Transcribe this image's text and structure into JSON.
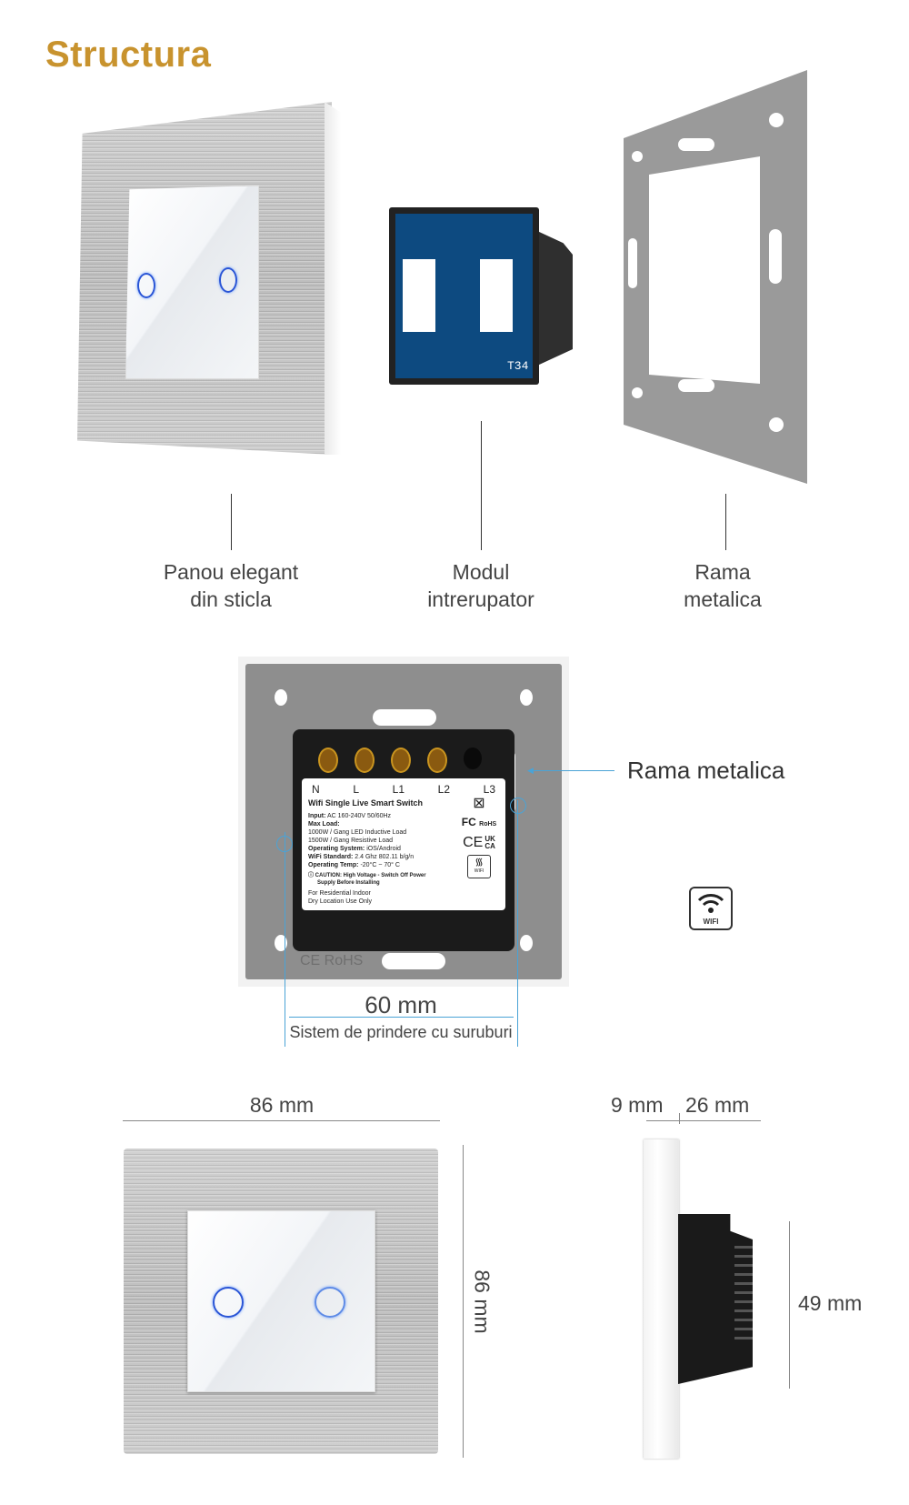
{
  "title": "Structura",
  "parts": [
    {
      "line1": "Panou elegant",
      "line2": "din sticla"
    },
    {
      "line1": "Modul",
      "line2": "intrerupator"
    },
    {
      "line1": "Rama",
      "line2": "metalica"
    }
  ],
  "module_code": "T34",
  "back_view": {
    "callout": "Rama metalica",
    "terminals": [
      "N",
      "L",
      "L1",
      "L2",
      "L3"
    ],
    "label_title": "Wifi Single Live Smart Switch",
    "input_key": "Input:",
    "input_val": "AC 160-240V 50/60Hz",
    "maxload_key": "Max Load:",
    "load1": "1000W / Gang LED Inductive Load",
    "load2": "1500W / Gang Resistive Load",
    "os_key": "Operating System:",
    "os_val": "iOS/Android",
    "wifi_key": "WiFi Standard:",
    "wifi_val": "2.4 Ghz 802.11 b/g/n",
    "temp_key": "Operating Temp:",
    "temp_val": "-20°C ~ 70° C",
    "caution1": "CAUTION: High Voltage - Switch Off Power",
    "caution2": "Supply Before Installing",
    "residential1": "For Residential Indoor",
    "residential2": "Dry Location Use Only",
    "fc": "FC",
    "rohs": "RoHS",
    "ce": "CE",
    "uk": "UK",
    "ca": "CA",
    "wifi_badge": "WIFI",
    "frame_mark": "CE RoHS",
    "screw_distance": "60 mm",
    "screw_caption": "Sistem de prindere cu suruburi"
  },
  "wifi_icon_label": "WIFI",
  "dimensions": {
    "width": "86 mm",
    "height": "86 mm",
    "glass_depth": "9 mm",
    "module_depth": "26 mm",
    "module_height": "49 mm"
  }
}
